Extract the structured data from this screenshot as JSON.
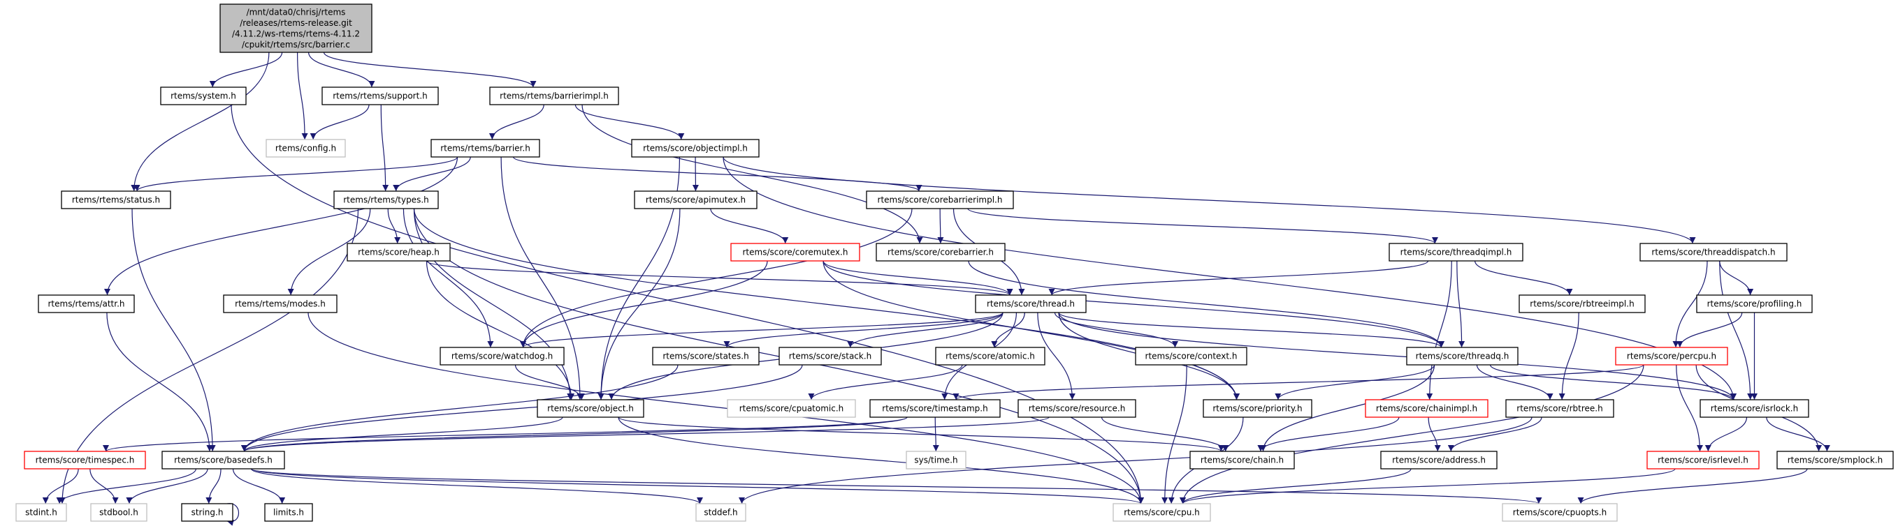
{
  "title": "barrier.c include dependency graph",
  "colors": {
    "edge": "#191970",
    "red_border": "#ff0000",
    "gray_border": "#bfbfbf",
    "root_fill": "#bfbfbf"
  },
  "nodes": [
    {
      "id": "barrier_c",
      "lines": [
        "/mnt/data0/chrisj/rtems",
        "/releases/rtems-release.git",
        "/4.11.2/ws-rtems/rtems-4.11.2",
        "/cpukit/rtems/src/barrier.c"
      ],
      "style": "root"
    },
    {
      "id": "system_h",
      "label": "rtems/system.h",
      "style": "normal"
    },
    {
      "id": "support_h",
      "label": "rtems/rtems/support.h",
      "style": "normal"
    },
    {
      "id": "barrierimpl_h",
      "label": "rtems/rtems/barrierimpl.h",
      "style": "normal"
    },
    {
      "id": "config_h",
      "label": "rtems/config.h",
      "style": "gray"
    },
    {
      "id": "barrier_h",
      "label": "rtems/rtems/barrier.h",
      "style": "normal"
    },
    {
      "id": "objectimpl_h",
      "label": "rtems/score/objectimpl.h",
      "style": "normal"
    },
    {
      "id": "status_h",
      "label": "rtems/rtems/status.h",
      "style": "normal"
    },
    {
      "id": "types_h",
      "label": "rtems/rtems/types.h",
      "style": "normal"
    },
    {
      "id": "apimutex_h",
      "label": "rtems/score/apimutex.h",
      "style": "normal"
    },
    {
      "id": "corebarrierimpl_h",
      "label": "rtems/score/corebarrierimpl.h",
      "style": "normal"
    },
    {
      "id": "heap_h",
      "label": "rtems/score/heap.h",
      "style": "normal"
    },
    {
      "id": "coremutex_h",
      "label": "rtems/score/coremutex.h",
      "style": "red"
    },
    {
      "id": "corebarrier_h",
      "label": "rtems/score/corebarrier.h",
      "style": "normal"
    },
    {
      "id": "threadqimpl_h",
      "label": "rtems/score/threadqimpl.h",
      "style": "normal"
    },
    {
      "id": "threaddispatch_h",
      "label": "rtems/score/threaddispatch.h",
      "style": "normal"
    },
    {
      "id": "attr_h",
      "label": "rtems/rtems/attr.h",
      "style": "normal"
    },
    {
      "id": "modes_h",
      "label": "rtems/rtems/modes.h",
      "style": "normal"
    },
    {
      "id": "thread_h",
      "label": "rtems/score/thread.h",
      "style": "normal"
    },
    {
      "id": "rbtreeimpl_h",
      "label": "rtems/score/rbtreeimpl.h",
      "style": "normal"
    },
    {
      "id": "profiling_h",
      "label": "rtems/score/profiling.h",
      "style": "normal"
    },
    {
      "id": "watchdog_h",
      "label": "rtems/score/watchdog.h",
      "style": "normal"
    },
    {
      "id": "states_h",
      "label": "rtems/score/states.h",
      "style": "normal"
    },
    {
      "id": "stack_h",
      "label": "rtems/score/stack.h",
      "style": "normal"
    },
    {
      "id": "atomic_h",
      "label": "rtems/score/atomic.h",
      "style": "normal"
    },
    {
      "id": "context_h",
      "label": "rtems/score/context.h",
      "style": "normal"
    },
    {
      "id": "threadq_h",
      "label": "rtems/score/threadq.h",
      "style": "normal"
    },
    {
      "id": "percpu_h",
      "label": "rtems/score/percpu.h",
      "style": "red"
    },
    {
      "id": "object_h",
      "label": "rtems/score/object.h",
      "style": "normal"
    },
    {
      "id": "cpuatomic_h",
      "label": "rtems/score/cpuatomic.h",
      "style": "gray"
    },
    {
      "id": "timestamp_h",
      "label": "rtems/score/timestamp.h",
      "style": "normal"
    },
    {
      "id": "resource_h",
      "label": "rtems/score/resource.h",
      "style": "normal"
    },
    {
      "id": "priority_h",
      "label": "rtems/score/priority.h",
      "style": "normal"
    },
    {
      "id": "chainimpl_h",
      "label": "rtems/score/chainimpl.h",
      "style": "red"
    },
    {
      "id": "rbtree_h",
      "label": "rtems/score/rbtree.h",
      "style": "normal"
    },
    {
      "id": "isrlock_h",
      "label": "rtems/score/isrlock.h",
      "style": "normal"
    },
    {
      "id": "timespec_h",
      "label": "rtems/score/timespec.h",
      "style": "red"
    },
    {
      "id": "basedefs_h",
      "label": "rtems/score/basedefs.h",
      "style": "normal"
    },
    {
      "id": "systime_h",
      "label": "sys/time.h",
      "style": "gray"
    },
    {
      "id": "chain_h",
      "label": "rtems/score/chain.h",
      "style": "normal"
    },
    {
      "id": "address_h",
      "label": "rtems/score/address.h",
      "style": "normal"
    },
    {
      "id": "isrlevel_h",
      "label": "rtems/score/isrlevel.h",
      "style": "red"
    },
    {
      "id": "smplock_h",
      "label": "rtems/score/smplock.h",
      "style": "normal"
    },
    {
      "id": "stdint_h",
      "label": "stdint.h",
      "style": "gray"
    },
    {
      "id": "stdbool_h",
      "label": "stdbool.h",
      "style": "gray"
    },
    {
      "id": "string_h",
      "label": "string.h",
      "style": "normal"
    },
    {
      "id": "limits_h",
      "label": "limits.h",
      "style": "normal"
    },
    {
      "id": "stddef_h",
      "label": "stddef.h",
      "style": "gray"
    },
    {
      "id": "cpu_h",
      "label": "rtems/score/cpu.h",
      "style": "gray"
    },
    {
      "id": "cpuopts_h",
      "label": "rtems/score/cpuopts.h",
      "style": "gray"
    }
  ],
  "edges": [
    [
      "barrier_c",
      "status_h"
    ],
    [
      "barrier_c",
      "system_h"
    ],
    [
      "barrier_c",
      "config_h"
    ],
    [
      "barrier_c",
      "support_h"
    ],
    [
      "barrier_c",
      "barrierimpl_h"
    ],
    [
      "system_h",
      "cpu_h"
    ],
    [
      "support_h",
      "config_h"
    ],
    [
      "support_h",
      "types_h"
    ],
    [
      "barrierimpl_h",
      "barrier_h"
    ],
    [
      "barrierimpl_h",
      "objectimpl_h"
    ],
    [
      "barrierimpl_h",
      "corebarrier_h"
    ],
    [
      "barrier_h",
      "status_h"
    ],
    [
      "barrier_h",
      "types_h"
    ],
    [
      "barrier_h",
      "attr_h"
    ],
    [
      "barrier_h",
      "object_h"
    ],
    [
      "barrier_h",
      "corebarrierimpl_h"
    ],
    [
      "objectimpl_h",
      "apimutex_h"
    ],
    [
      "objectimpl_h",
      "object_h"
    ],
    [
      "objectimpl_h",
      "threaddispatch_h"
    ],
    [
      "objectimpl_h",
      "isrlock_h"
    ],
    [
      "status_h",
      "basedefs_h"
    ],
    [
      "types_h",
      "heap_h"
    ],
    [
      "types_h",
      "modes_h"
    ],
    [
      "types_h",
      "watchdog_h"
    ],
    [
      "types_h",
      "object_h"
    ],
    [
      "types_h",
      "priority_h"
    ],
    [
      "types_h",
      "stdint_h"
    ],
    [
      "types_h",
      "cpu_h"
    ],
    [
      "attr_h",
      "basedefs_h"
    ],
    [
      "modes_h",
      "cpu_h"
    ],
    [
      "heap_h",
      "thread_h"
    ],
    [
      "heap_h",
      "object_h"
    ],
    [
      "apimutex_h",
      "coremutex_h"
    ],
    [
      "apimutex_h",
      "object_h"
    ],
    [
      "corebarrierimpl_h",
      "watchdog_h"
    ],
    [
      "corebarrierimpl_h",
      "corebarrier_h"
    ],
    [
      "corebarrierimpl_h",
      "thread_h"
    ],
    [
      "corebarrierimpl_h",
      "threadqimpl_h"
    ],
    [
      "coremutex_h",
      "thread_h"
    ],
    [
      "coremutex_h",
      "watchdog_h"
    ],
    [
      "coremutex_h",
      "threadq_h"
    ],
    [
      "coremutex_h",
      "priority_h"
    ],
    [
      "corebarrier_h",
      "threadq_h"
    ],
    [
      "threadqimpl_h",
      "thread_h"
    ],
    [
      "threadqimpl_h",
      "threadq_h"
    ],
    [
      "threadqimpl_h",
      "rbtreeimpl_h"
    ],
    [
      "threadqimpl_h",
      "chainimpl_h"
    ],
    [
      "threaddispatch_h",
      "percpu_h"
    ],
    [
      "threaddispatch_h",
      "profiling_h"
    ],
    [
      "threaddispatch_h",
      "isrlock_h"
    ],
    [
      "profiling_h",
      "percpu_h"
    ],
    [
      "profiling_h",
      "isrlock_h"
    ],
    [
      "rbtreeimpl_h",
      "rbtree_h"
    ],
    [
      "thread_h",
      "watchdog_h"
    ],
    [
      "thread_h",
      "states_h"
    ],
    [
      "thread_h",
      "stack_h"
    ],
    [
      "thread_h",
      "atomic_h"
    ],
    [
      "thread_h",
      "context_h"
    ],
    [
      "thread_h",
      "threadq_h"
    ],
    [
      "thread_h",
      "object_h"
    ],
    [
      "thread_h",
      "timestamp_h"
    ],
    [
      "thread_h",
      "resource_h"
    ],
    [
      "thread_h",
      "priority_h"
    ],
    [
      "thread_h",
      "isrlock_h"
    ],
    [
      "states_h",
      "basedefs_h"
    ],
    [
      "stack_h",
      "basedefs_h"
    ],
    [
      "atomic_h",
      "cpuatomic_h"
    ],
    [
      "context_h",
      "cpu_h"
    ],
    [
      "watchdog_h",
      "object_h"
    ],
    [
      "threadq_h",
      "priority_h"
    ],
    [
      "threadq_h",
      "chain_h"
    ],
    [
      "threadq_h",
      "rbtree_h"
    ],
    [
      "threadq_h",
      "isrlock_h"
    ],
    [
      "percpu_h",
      "timestamp_h"
    ],
    [
      "percpu_h",
      "isrlevel_h"
    ],
    [
      "percpu_h",
      "smplock_h"
    ],
    [
      "percpu_h",
      "cpu_h"
    ],
    [
      "object_h",
      "basedefs_h"
    ],
    [
      "object_h",
      "chain_h"
    ],
    [
      "object_h",
      "cpu_h"
    ],
    [
      "timestamp_h",
      "timespec_h"
    ],
    [
      "timestamp_h",
      "basedefs_h"
    ],
    [
      "timestamp_h",
      "systime_h"
    ],
    [
      "resource_h",
      "chain_h"
    ],
    [
      "resource_h",
      "basedefs_h"
    ],
    [
      "priority_h",
      "cpu_h"
    ],
    [
      "chainimpl_h",
      "chain_h"
    ],
    [
      "chainimpl_h",
      "address_h"
    ],
    [
      "rbtree_h",
      "address_h"
    ],
    [
      "rbtree_h",
      "stddef_h"
    ],
    [
      "isrlock_h",
      "isrlevel_h"
    ],
    [
      "isrlock_h",
      "smplock_h"
    ],
    [
      "timespec_h",
      "stdint_h"
    ],
    [
      "timespec_h",
      "stdbool_h"
    ],
    [
      "basedefs_h",
      "stdint_h"
    ],
    [
      "basedefs_h",
      "stdbool_h"
    ],
    [
      "basedefs_h",
      "string_h"
    ],
    [
      "basedefs_h",
      "limits_h"
    ],
    [
      "basedefs_h",
      "stddef_h"
    ],
    [
      "basedefs_h",
      "cpu_h"
    ],
    [
      "basedefs_h",
      "cpuopts_h"
    ],
    [
      "string_h",
      "string_h"
    ],
    [
      "address_h",
      "cpu_h"
    ],
    [
      "isrlevel_h",
      "cpu_h"
    ],
    [
      "smplock_h",
      "cpuopts_h"
    ]
  ]
}
